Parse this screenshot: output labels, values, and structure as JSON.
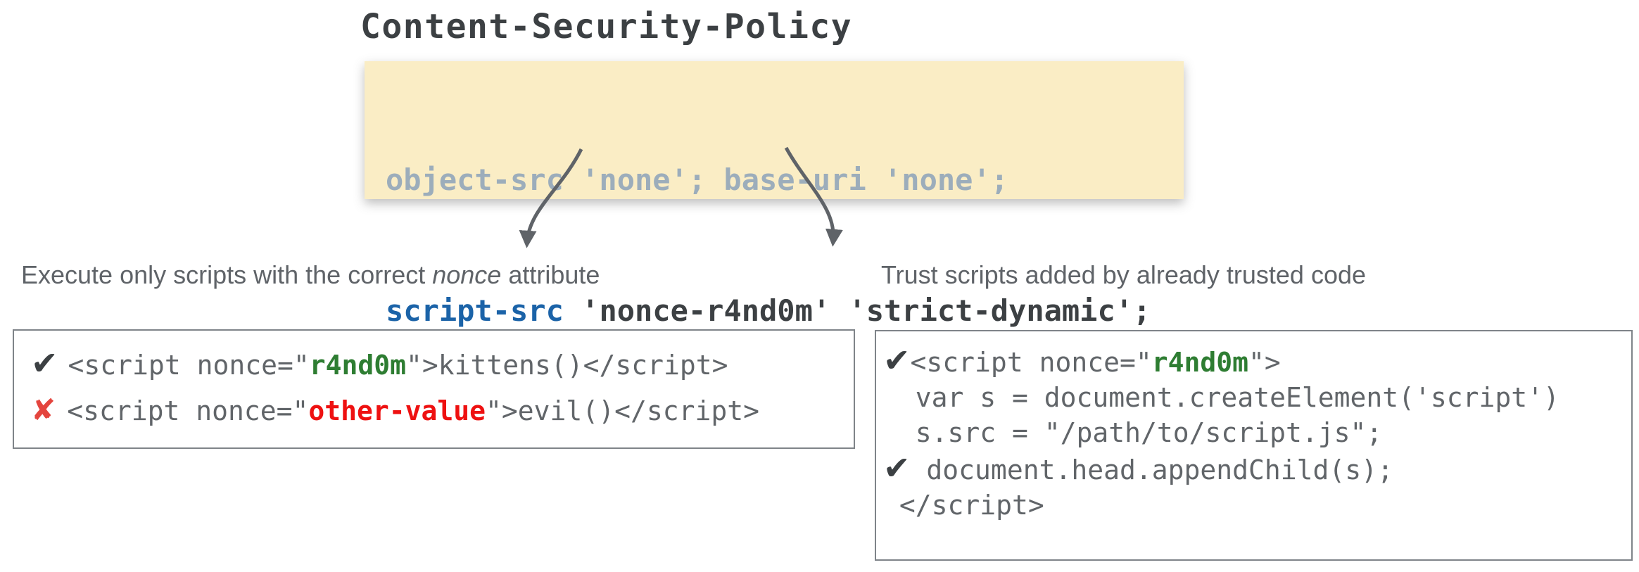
{
  "title": "Content-Security-Policy",
  "policy": {
    "line1": "object-src 'none'; base-uri 'none';",
    "line2": {
      "directive": "script-src",
      "values": " 'nonce-r4nd0m' 'strict-dynamic';"
    }
  },
  "annotations": {
    "left": {
      "prefix": "Execute only scripts with the correct ",
      "emphasis": "nonce",
      "suffix": " attribute"
    },
    "right": {
      "text": "Trust scripts added by already trusted code"
    }
  },
  "nonce_example": {
    "allowed": {
      "mark": "✔",
      "code_before": "<script nonce=\"",
      "nonce_value": "r4nd0m",
      "code_after": "\">kittens()</script>"
    },
    "blocked": {
      "mark": "✘",
      "code_before": "<script nonce=\"",
      "nonce_value": "other-value",
      "code_after": "\">evil()</script>"
    }
  },
  "dynamic_example": {
    "line1": {
      "mark": "✔",
      "code_before": "<script nonce=\"",
      "nonce_value": "r4nd0m",
      "code_after": "\">"
    },
    "line2": "  var s = document.createElement('script')",
    "line3": "  s.src = \"/path/to/script.js\";",
    "line4": {
      "mark": "✔",
      "code": " document.head.appendChild(s);"
    },
    "line5": " </script>"
  },
  "colors": {
    "policy_bg": "#faedc5",
    "directive_blue": "#1b63a8",
    "muted_line_gray_blue": "#9cadbb",
    "dark_text": "#3c4043",
    "code_gray": "#616569",
    "nonce_green": "#2e7d32",
    "blocked_red": "#ee1111",
    "cross_red": "#e4453e",
    "annotation_gray": "#5f6368",
    "box_border_gray": "#7f8489",
    "arrow_gray": "#5f6368"
  }
}
